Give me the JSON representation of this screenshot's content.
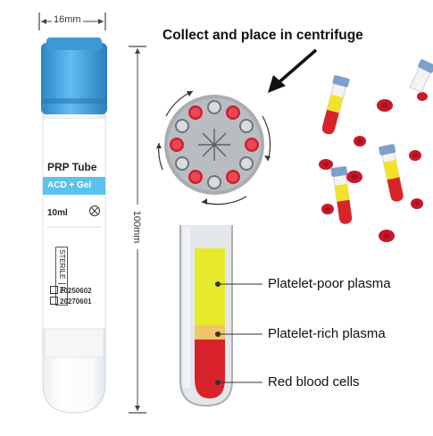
{
  "headline": "Collect and place in centrifuge",
  "dimensions": {
    "width_label": "16mm",
    "height_label": "100mm"
  },
  "tube_label": {
    "title": "PRP Tube",
    "additive": "ACD + Gel",
    "volume": "10ml",
    "sterile": "STERILE",
    "sterile_mark": "R",
    "date_1": "20250602",
    "date_2": "20270601"
  },
  "layers": [
    {
      "name": "Platelet-poor plasma",
      "color": "#e6ea2a"
    },
    {
      "name": "Platelet-rich plasma",
      "color": "#f2c56a"
    },
    {
      "name": "Red blood cells",
      "color": "#d8232a"
    }
  ],
  "colors": {
    "cap": "#3fa2dc",
    "label_band": "#5bc2ee",
    "red_cell": "#c8182b"
  },
  "icons": [
    "centrifuge-rotor-icon",
    "arrow-icon",
    "blood-cell-icon",
    "sample-tube-icon",
    "sterile-icon"
  ]
}
